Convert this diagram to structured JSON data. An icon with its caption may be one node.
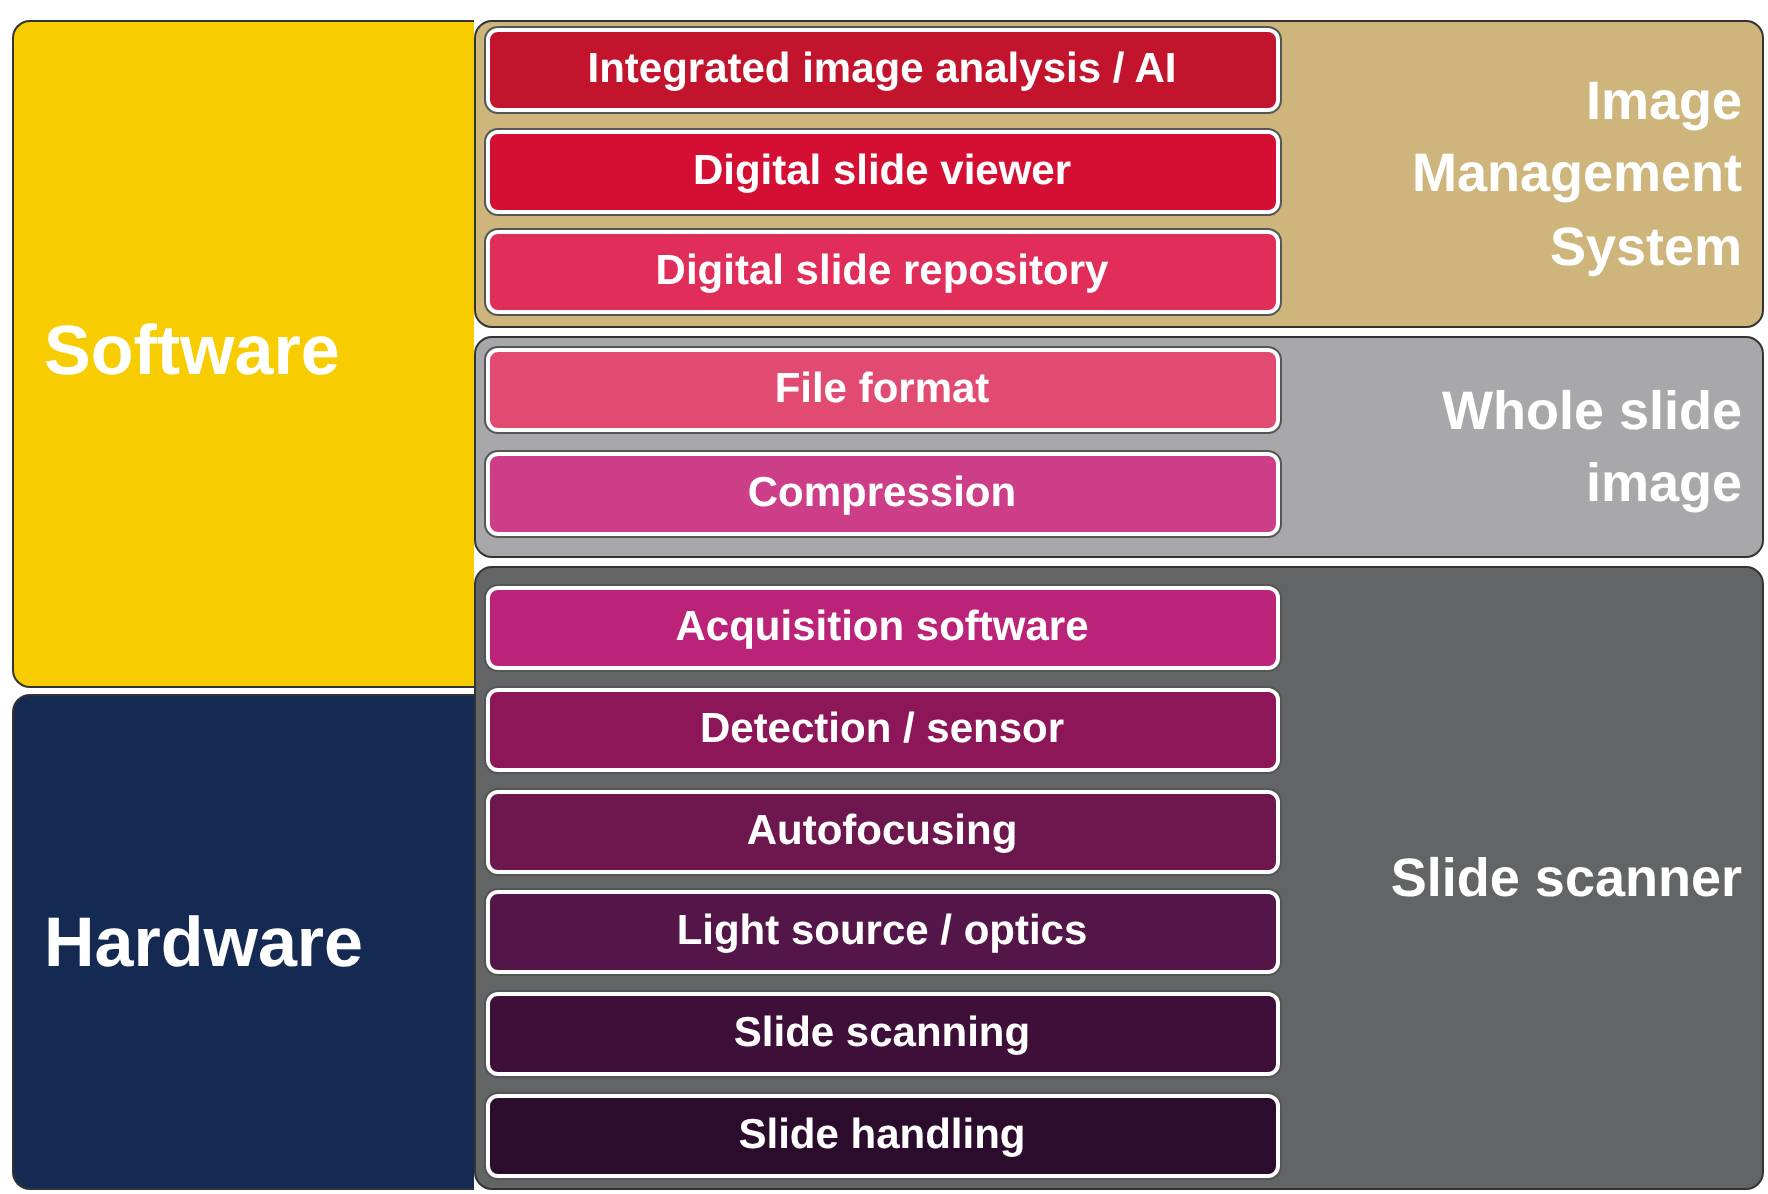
{
  "diagram": {
    "nodes": [
      {
        "text": [
          "Software"
        ]
      },
      {
        "text": [
          "Hardware"
        ]
      },
      {
        "text": [
          "Image Management System"
        ]
      },
      {
        "text": [
          "Integrated image analysis / AI"
        ],
        "in": 2
      },
      {
        "text": [
          "Digital slide viewer"
        ],
        "in": 2
      },
      {
        "text": [
          "Digital slide repository"
        ],
        "in": 2
      },
      {
        "text": [
          "Whole slide image"
        ]
      },
      {
        "text": [
          "File format"
        ],
        "in": 6
      },
      {
        "text": [
          "Compression"
        ],
        "in": 6
      },
      {
        "text": [
          "Slide scanner"
        ]
      },
      {
        "text": [
          "Acquisition software"
        ],
        "in": 9
      },
      {
        "text": [
          "Detection / sensor"
        ],
        "in": 9
      },
      {
        "text": [
          "Autofocusing"
        ],
        "in": 9
      },
      {
        "text": [
          "Light source / optics"
        ],
        "in": 9
      },
      {
        "text": [
          "Slide scanning"
        ],
        "in": 9
      },
      {
        "text": [
          "Slide handling"
        ],
        "in": 9
      }
    ]
  }
}
